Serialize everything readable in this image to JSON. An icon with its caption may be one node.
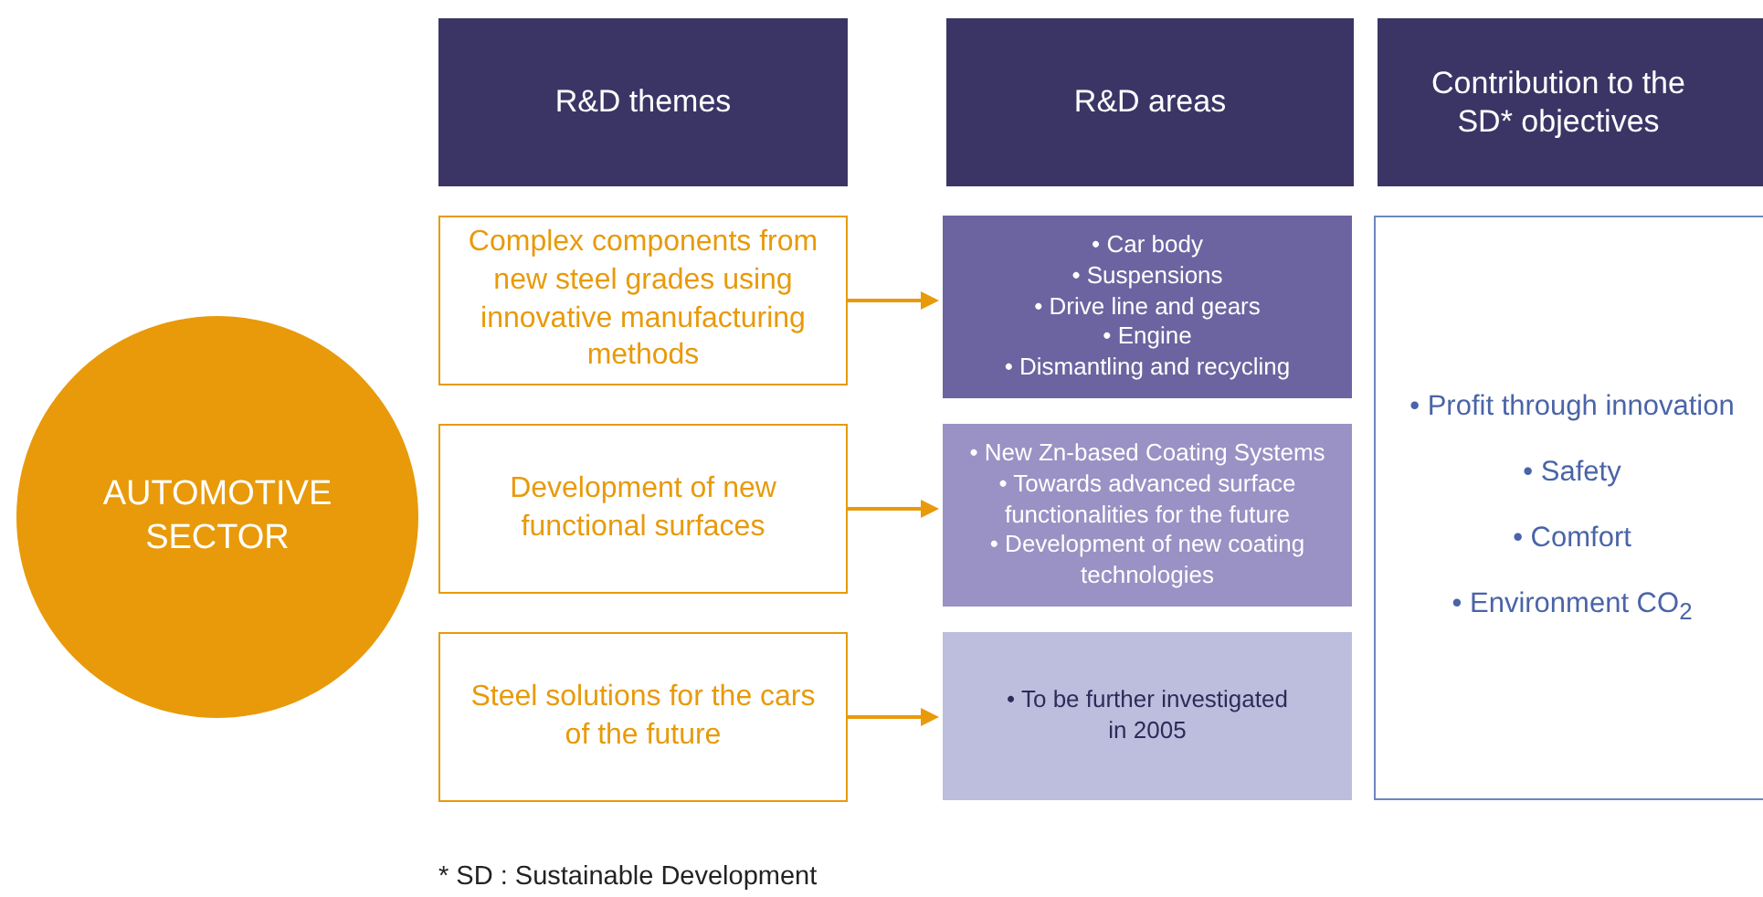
{
  "diagram": {
    "nodes": [
      {
        "text": [
          "AUTOMOTIVE SECTOR"
        ]
      },
      {
        "text": [
          "R&D themes"
        ]
      },
      {
        "text": [
          "R&D areas"
        ]
      },
      {
        "text": [
          "Contribution to the SD* objectives"
        ]
      },
      {
        "text": [
          "Complex components from new steel grades using innovative manufacturing methods"
        ]
      },
      {
        "text": [
          "Development of new functional surfaces"
        ]
      },
      {
        "text": [
          "Steel solutions for the cars of the future"
        ]
      },
      {
        "text": [
          "• Car body",
          "• Suspensions",
          "• Drive line and gears",
          "• Engine",
          "• Dismantling and recycling"
        ]
      },
      {
        "text": [
          "• New Zn-based Coating Systems",
          "• Towards advanced surface functionalities for the future",
          "• Development of new coating technologies"
        ]
      },
      {
        "text": [
          "• To be further investigated in 2005"
        ]
      },
      {
        "text": [
          "• Profit through innovation",
          "• Safety",
          "• Comfort",
          "• Environment CO$_{2}$"
        ]
      }
    ],
    "edges": [
      {
        "from": 4,
        "to": 7,
        "arrow": "to"
      },
      {
        "from": 5,
        "to": 8,
        "arrow": "to"
      },
      {
        "from": 6,
        "to": 9,
        "arrow": "to"
      }
    ],
    "labels": [
      "* SD : Sustainable Development"
    ]
  }
}
